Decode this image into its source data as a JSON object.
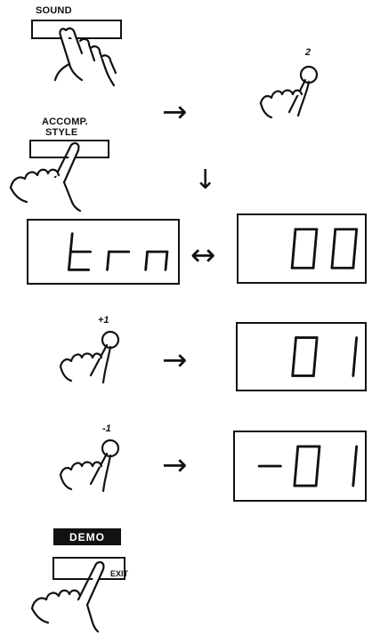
{
  "steps": {
    "sound_key": {
      "label": "SOUND"
    },
    "second_press": {
      "label": "2"
    },
    "accomp_style_key": {
      "line1": "ACCOMP.",
      "line2": "STYLE"
    },
    "increment": {
      "label": "+1"
    },
    "decrement": {
      "label": "-1"
    },
    "demo_key": {
      "label": "DEMO",
      "exit_label": "EXIT"
    }
  },
  "displays": {
    "transpose_name": "trn",
    "initial_value": "00",
    "after_increment": "01",
    "after_decrement": "-01"
  },
  "arrows": {
    "right": "→",
    "down": "↓",
    "both": "↔"
  }
}
